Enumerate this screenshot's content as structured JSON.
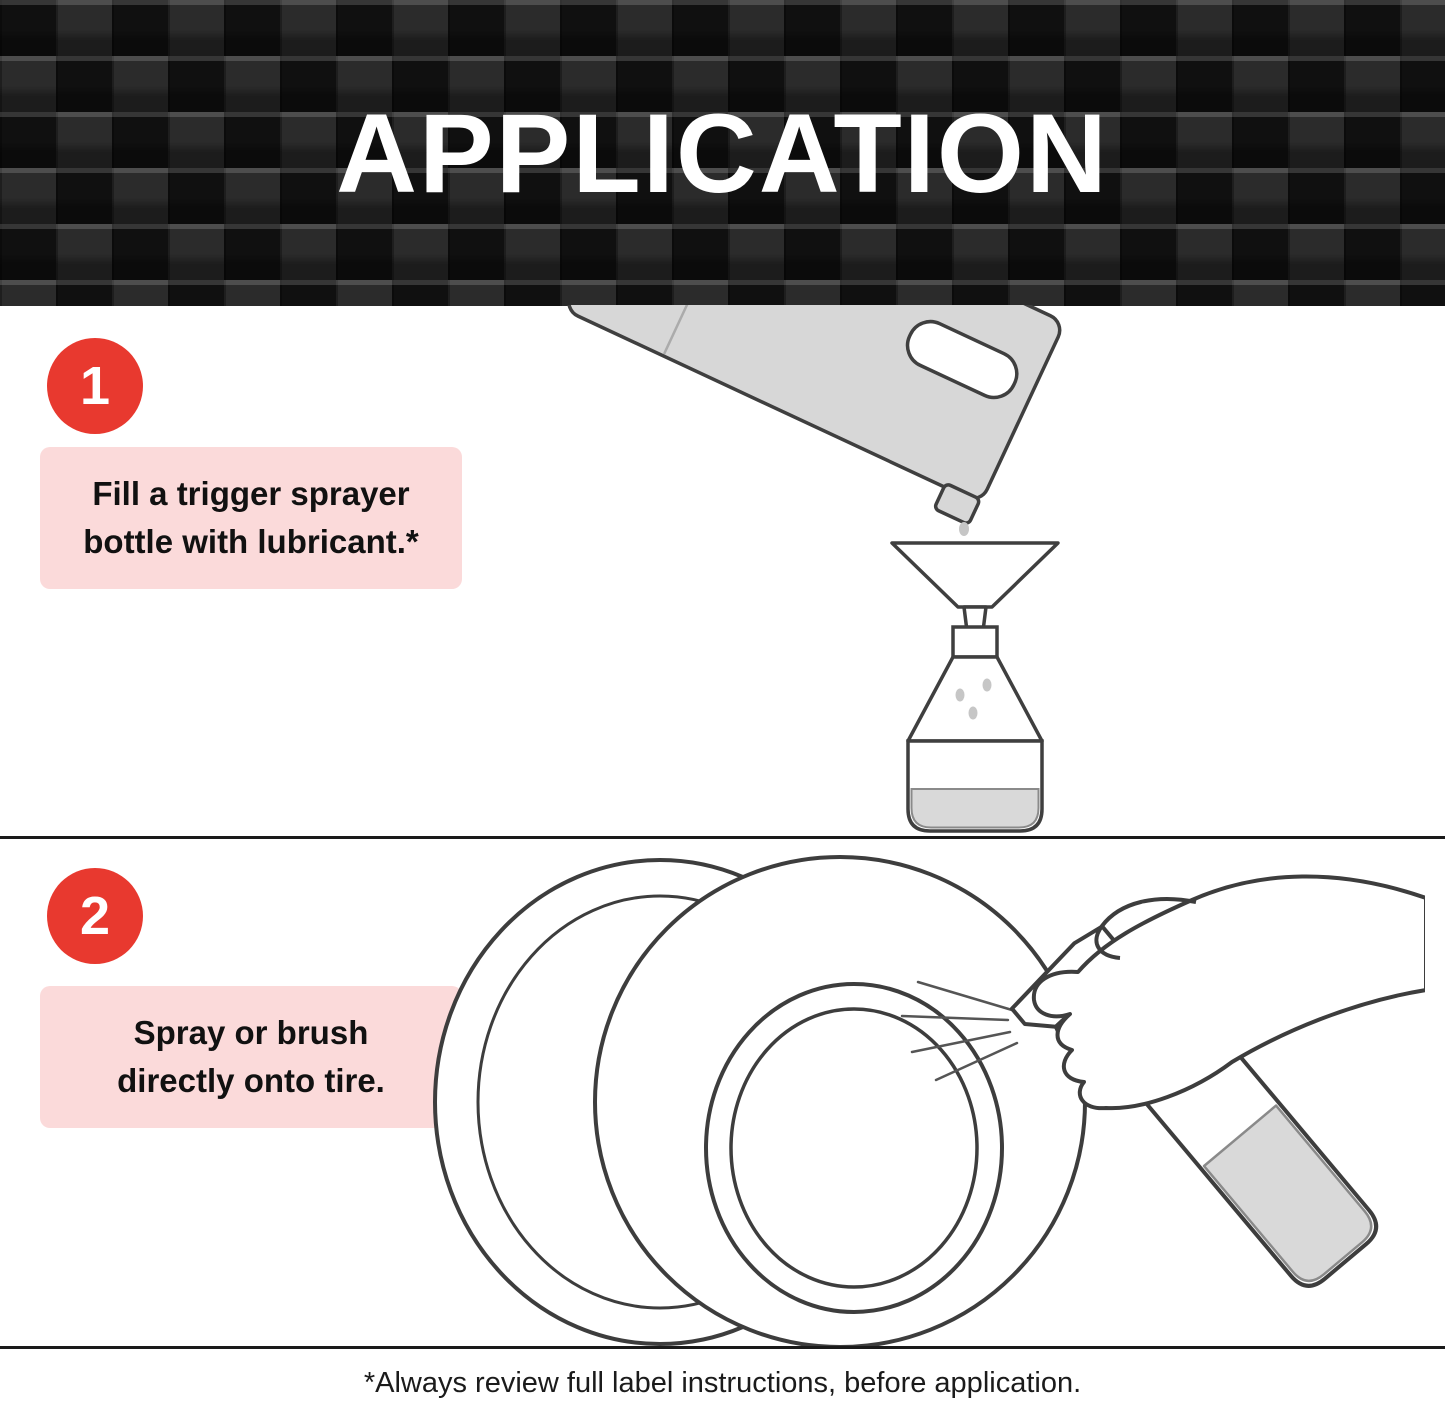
{
  "header": {
    "title": "APPLICATION"
  },
  "steps": [
    {
      "number": "1",
      "line1": "Fill a trigger sprayer",
      "line2": "bottle with lubricant.*"
    },
    {
      "number": "2",
      "line1": "Spray or brush",
      "line2": "directly onto tire."
    }
  ],
  "footer": {
    "note": "*Always review full label instructions, before application."
  },
  "illustrations": {
    "step1": "jug pouring lubricant through funnel into trigger spray bottle",
    "step2": "gloved hand spraying trigger bottle onto tire"
  },
  "colors": {
    "badge_red": "#e8392f",
    "callout_pink": "#fbdada",
    "carbon_dark": "#141414",
    "line_art": "#3d3d3d",
    "fill_gray": "#d7d7d7"
  }
}
